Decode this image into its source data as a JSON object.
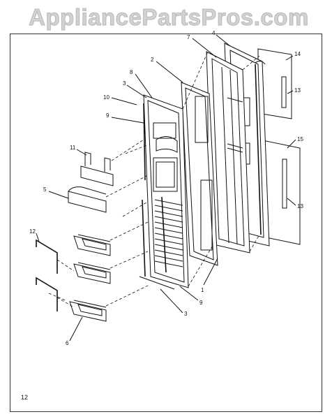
{
  "watermark": "AppliancePartsPros.com",
  "page_number": "12",
  "callouts": {
    "c1": "1",
    "c2": "2",
    "c3a": "3",
    "c3b": "3",
    "c4": "4",
    "c5": "5",
    "c6": "6",
    "c7": "7",
    "c8": "8",
    "c9a": "9",
    "c9b": "9",
    "c10": "10",
    "c11": "11",
    "c12": "12",
    "c13a": "13",
    "c13b": "13",
    "c14": "14",
    "c15": "15"
  }
}
